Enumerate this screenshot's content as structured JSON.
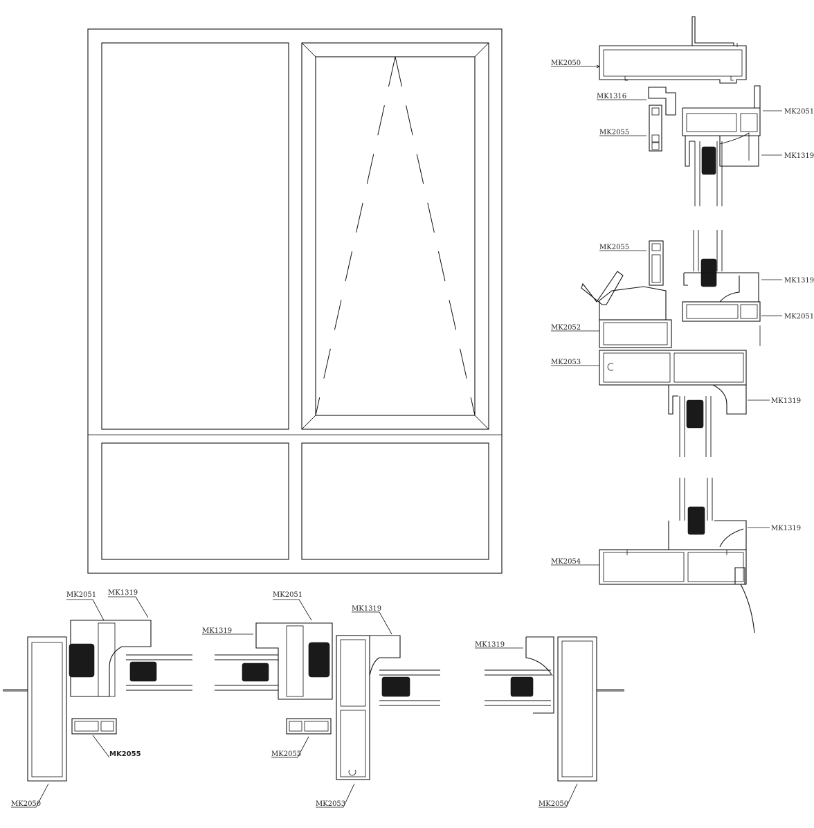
{
  "title": "",
  "callouts": {
    "top_mk2050": "MK2050",
    "top_mk1316": "MK1316",
    "top_mk2055": "MK2055",
    "top_mk2051": "MK2051",
    "top_mk1319": "MK1319",
    "mid_mk2055": "MK2055",
    "mid_mk2052": "MK2052",
    "mid_mk2053": "MK2053",
    "mid_mk1319_a": "MK1319",
    "mid_mk2051": "MK2051",
    "mid_mk1319_b": "MK1319",
    "bot_mk1319": "MK1319",
    "bot_mk2054": "MK2054",
    "h_left_mk2051": "MK2051",
    "h_left_mk1319": "MK1319",
    "h_left_mk2055": "MK2055",
    "h_left_mk2050": "MK2050",
    "h_mid_mk1319_a": "MK1319",
    "h_mid_mk2051": "MK2051",
    "h_mid_mk1319_b": "MK1319",
    "h_mid_mk2055": "MK2055",
    "h_mid_mk2053": "MK2053",
    "h_right_mk1319": "MK1319",
    "h_right_mk2050": "MK2050"
  },
  "colors": {
    "line": "#111111",
    "gasket": "#1a1a1a",
    "background": "#ffffff"
  }
}
